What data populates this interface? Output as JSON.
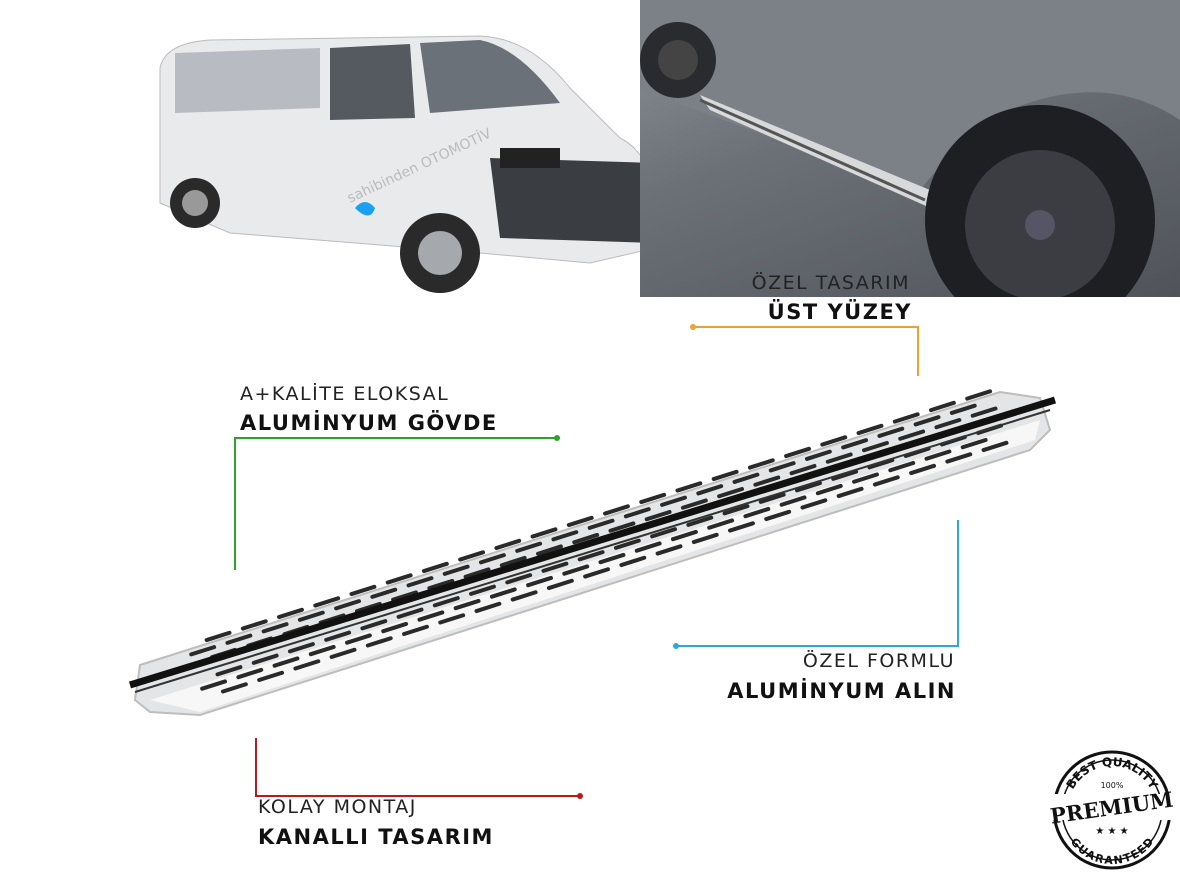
{
  "photos": {
    "van_watermark": "sahibinden OTOMOTİV"
  },
  "callouts": [
    {
      "line1": "ÖZEL TASARIM",
      "line2": "ÜST YÜZEY",
      "color": "#f0a030"
    },
    {
      "line1": "A+KALİTE ELOKSAL",
      "line2": "ALUMİNYUM GÖVDE",
      "color": "#2aa52a"
    },
    {
      "line1": "ÖZEL FORMLU",
      "line2": "ALUMİNYUM ALIN",
      "color": "#29a8e0"
    },
    {
      "line1": "KOLAY MONTAJ",
      "line2": "KANALLI TASARIM",
      "color": "#c01818"
    }
  ],
  "badge": {
    "top": "BEST QUALITY",
    "percent": "100%",
    "main": "PREMIUM",
    "bottom": "GUARANTEED"
  }
}
